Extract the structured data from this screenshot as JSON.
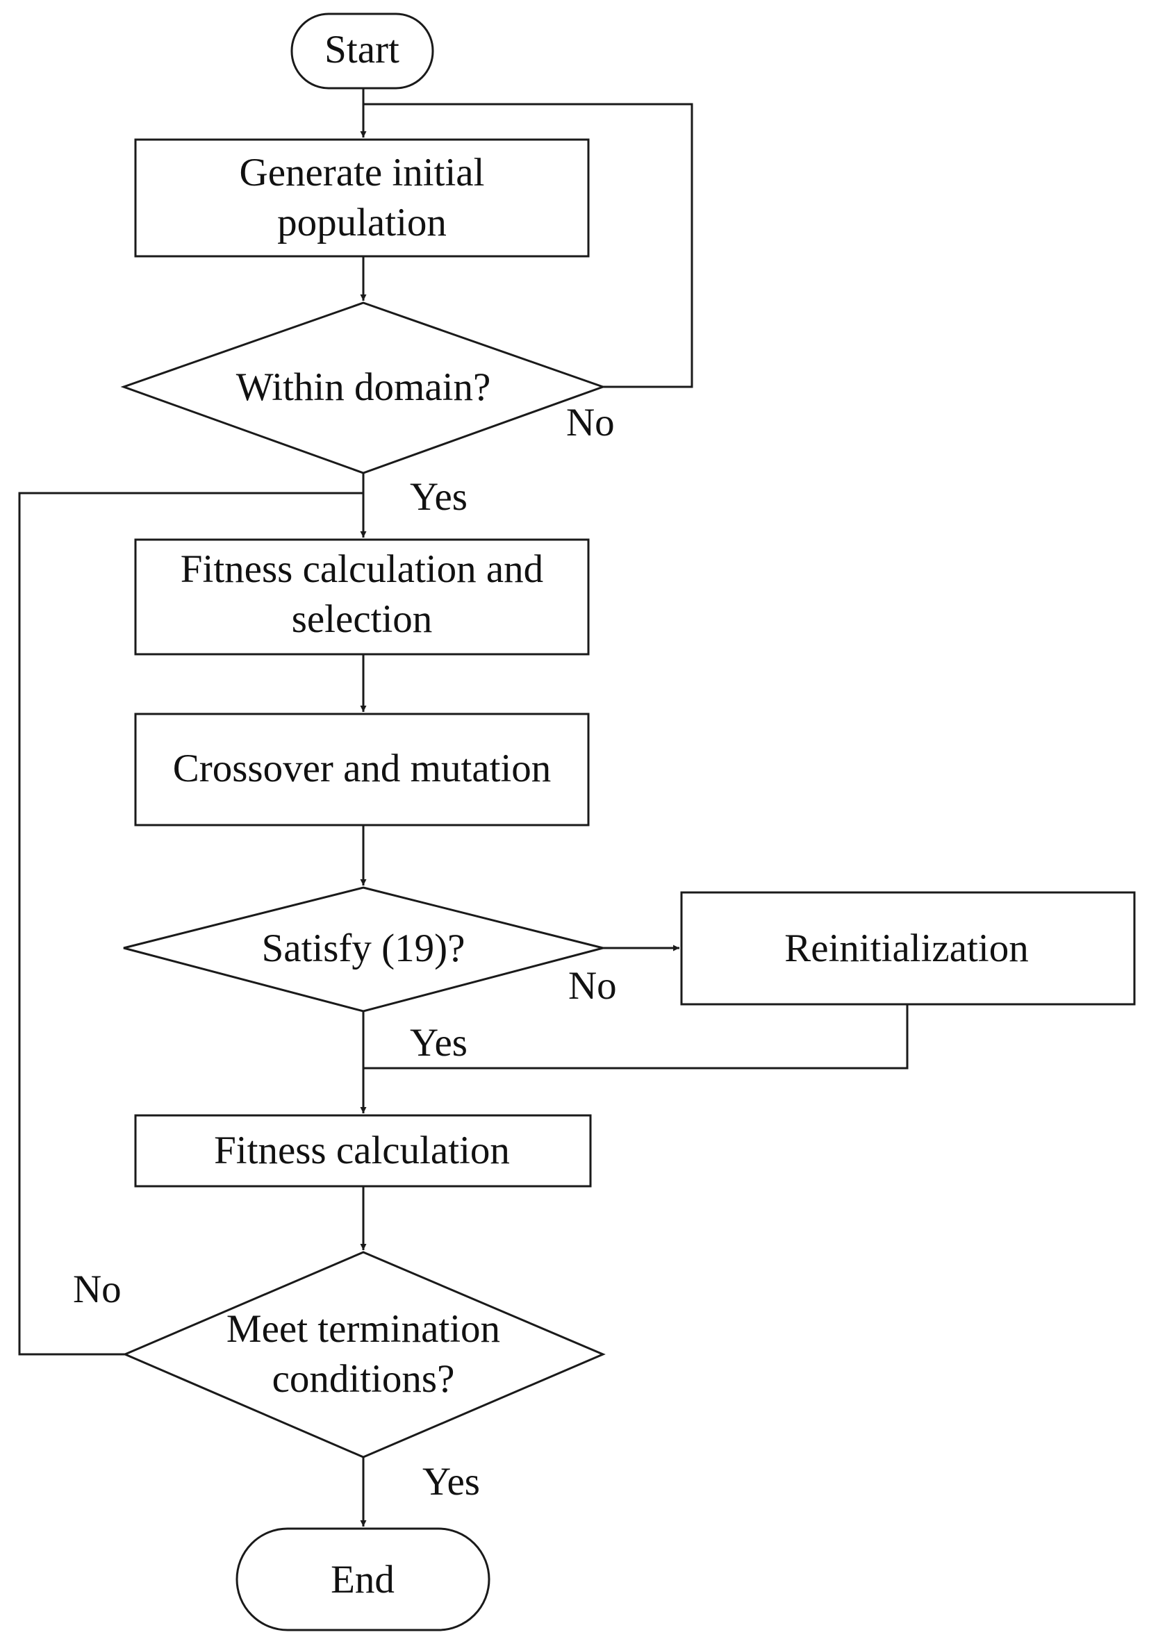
{
  "nodes": {
    "start": "Start",
    "generate_line1": "Generate initial",
    "generate_line2": "population",
    "within_domain": "Within domain?",
    "fitness_select_line1": "Fitness calculation and",
    "fitness_select_line2": "selection",
    "crossover": "Crossover and mutation",
    "satisfy": "Satisfy (19)?",
    "reinit": "Reinitialization",
    "fitness_calc": "Fitness calculation",
    "meet_line1": "Meet termination",
    "meet_line2": "conditions?",
    "end": "End"
  },
  "edge_labels": {
    "domain_no": "No",
    "domain_yes": "Yes",
    "satisfy_no": "No",
    "satisfy_yes": "Yes",
    "meet_no": "No",
    "meet_yes": "Yes"
  }
}
